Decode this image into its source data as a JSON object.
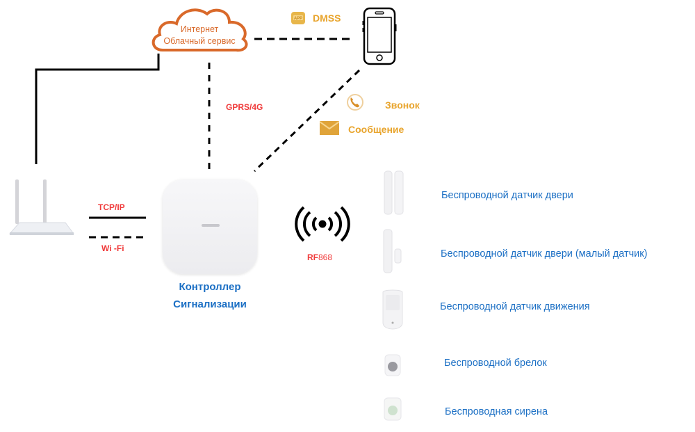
{
  "cloud": {
    "line1": "Интернет",
    "line2": "Облачный сервис"
  },
  "app": {
    "icon": "app-icon",
    "label": "DMSS"
  },
  "phone": {
    "icon": "smartphone-icon"
  },
  "notifications": [
    {
      "icon": "phone-call-icon",
      "label": "Звонок"
    },
    {
      "icon": "envelope-icon",
      "label": "Сообщение"
    }
  ],
  "links": {
    "gprs": "GPRS/4G",
    "tcpip": "TCP/IP",
    "wifi": "Wi -Fi",
    "rf_prefix": "RF",
    "rf_freq": "868"
  },
  "router": {
    "icon": "wifi-router-icon"
  },
  "controller": {
    "line1": "Контроллер",
    "line2": "Сигнализации"
  },
  "rf_icon": "radio-waves-icon",
  "devices": [
    {
      "icon": "door-sensor-icon",
      "label": "Беспроводной датчик двери"
    },
    {
      "icon": "small-door-sensor-icon",
      "label": "Беспроводной датчик двери (малый датчик)"
    },
    {
      "icon": "motion-sensor-icon",
      "label": "Беспроводной датчик движения"
    },
    {
      "icon": "keyfob-icon",
      "label": "Беспроводной брелок"
    },
    {
      "icon": "siren-icon",
      "label": "Беспроводная сирена"
    }
  ],
  "colors": {
    "orange": "#e8a42c",
    "cloud": "#d9692a",
    "red": "#f03a3a",
    "blue": "#1b6fc4"
  }
}
